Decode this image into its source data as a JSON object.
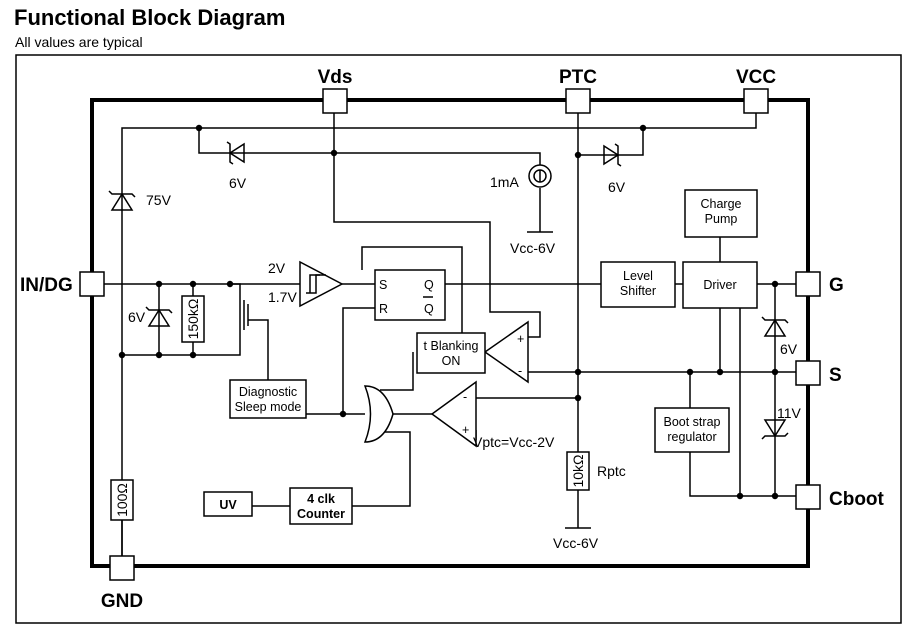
{
  "header": {
    "title": "Functional Block Diagram",
    "subtitle": "All values are typical"
  },
  "pins": {
    "vds": "Vds",
    "ptc": "PTC",
    "vcc": "VCC",
    "in_dg": "IN/DG",
    "gnd": "GND",
    "g": "G",
    "s": "S",
    "cboot": "Cboot"
  },
  "components": {
    "zener_vds": "6V",
    "zener_vcc": "6V",
    "zener_75": "75V",
    "zener_in": "6V",
    "res_150k": "150kΩ",
    "res_100": "100Ω",
    "res_10k": "10kΩ",
    "rptc": "Rptc",
    "current_source": "1mA",
    "vcc_minus_6v_top": "Vcc-6V",
    "vcc_minus_6v_bottom": "Vcc-6V",
    "zener_g_s": "6V",
    "zener_s_cboot": "11V",
    "vptc": "Vptc=Vcc-2V"
  },
  "comparator": {
    "high": "2V",
    "low": "1.7V"
  },
  "flipflop": {
    "s": "S",
    "r": "R",
    "q": "Q",
    "qbar": "Q"
  },
  "opamp_signs": {
    "plus": "+",
    "minus": "-"
  },
  "blocks": {
    "charge_pump": [
      "Charge",
      "Pump"
    ],
    "level_shifter": [
      "Level",
      "Shifter"
    ],
    "driver": "Driver",
    "t_blanking": [
      "t Blanking",
      "ON"
    ],
    "diagnostic": [
      "Diagnostic",
      "Sleep mode"
    ],
    "boot_strap": [
      "Boot strap",
      "regulator"
    ],
    "uv": "UV",
    "counter": [
      "4 clk",
      "Counter"
    ]
  }
}
